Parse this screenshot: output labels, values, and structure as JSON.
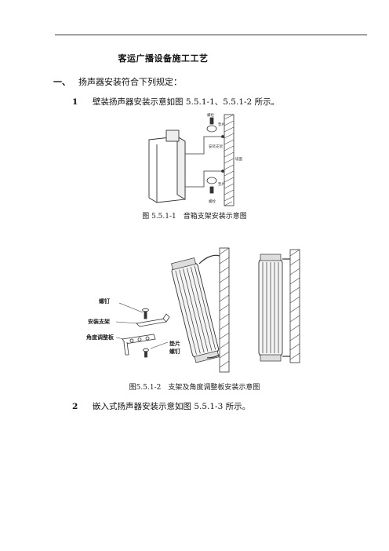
{
  "doc": {
    "title": "客运广播设备施工工艺",
    "section1": {
      "num": "一、",
      "text": "扬声器安装符合下列规定："
    },
    "item1": {
      "num": "1",
      "text": "壁装扬声器安装示意如图 5.5.1-1、5.5.1-2 所示。"
    },
    "fig1": {
      "caption": "图 5.5.1-1　音箱支架安装示意图",
      "labels": {
        "screw_top": "螺栓",
        "washer_top": "垫片",
        "bracket": "安装支架",
        "wall": "墙面",
        "washer_bottom": "垫片",
        "screw_bottom": "螺栓"
      }
    },
    "fig2": {
      "caption": "图5.5.1-2　支架及角度调整板安装示意图",
      "labels": {
        "screw": "螺钉",
        "bracket": "安装支架",
        "angle_plate": "角度调整板",
        "washer": "垫片",
        "screw2": "螺钉"
      }
    },
    "item2": {
      "num": "2",
      "text": "嵌入式扬声器安装示意如图 5.5.1-3 所示。"
    }
  }
}
